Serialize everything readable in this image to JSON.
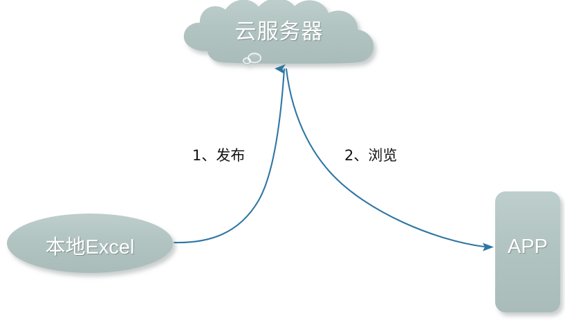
{
  "diagram": {
    "title": "Excel to Cloud Server to APP publishing flow",
    "colors": {
      "node_fill": "#b0c2c0",
      "node_fill_light": "#bccdcb",
      "node_shadow": "#c9cfcf",
      "arrow": "#2e76a3",
      "node_text": "#ffffff",
      "edge_text": "#111111",
      "background": "#ffffff"
    },
    "nodes": [
      {
        "id": "cloud-server",
        "shape": "cloud",
        "label": "云服务器"
      },
      {
        "id": "local-excel",
        "shape": "ellipse",
        "label": "本地Excel"
      },
      {
        "id": "app",
        "shape": "rounded-rectangle",
        "label": "APP"
      }
    ],
    "edges": [
      {
        "id": "publish",
        "label": "1、发布",
        "from": "local-excel",
        "to": "cloud-server",
        "style": "curved-arrow"
      },
      {
        "id": "browse",
        "label": "2、浏览",
        "from": "cloud-server",
        "to": "app",
        "style": "curved-arrow"
      }
    ]
  }
}
